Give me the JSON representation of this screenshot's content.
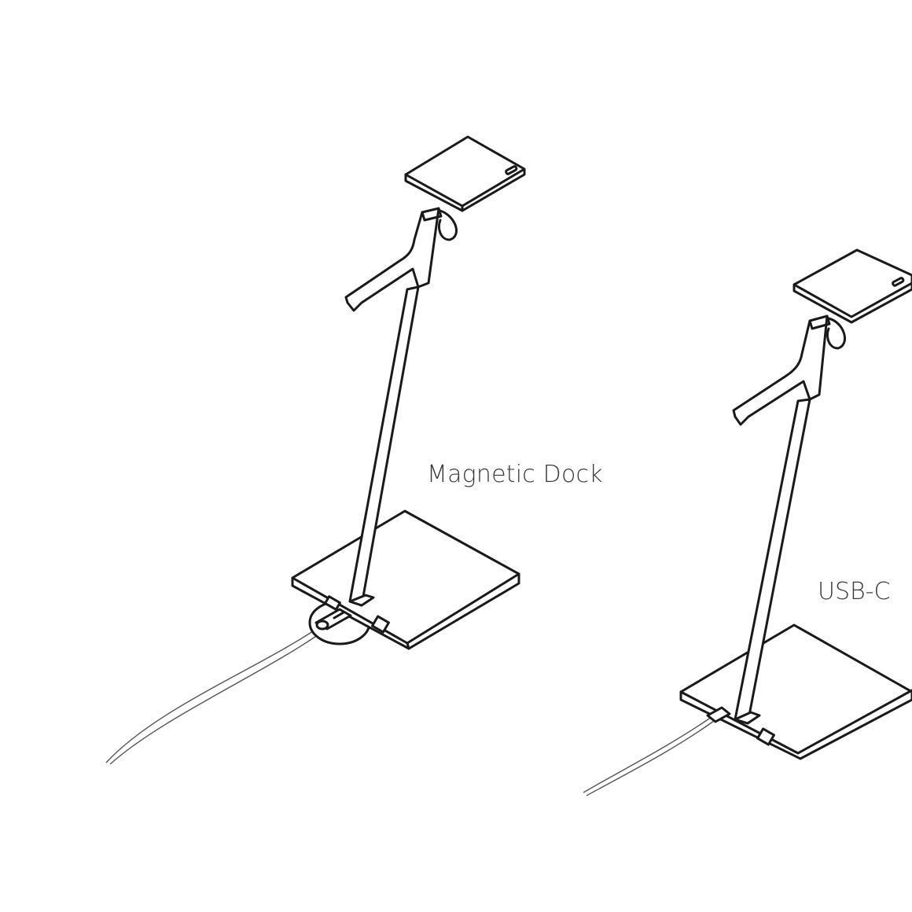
{
  "figure": {
    "type": "product-line-illustration",
    "background": "#ffffff",
    "line_color": "#1a1a1a",
    "items": [
      {
        "id": "lamp-magnetic",
        "label": "Magnetic Dock",
        "connector": "magnetic-dock-icon"
      },
      {
        "id": "lamp-usbc",
        "label": "USB-C",
        "connector": "usb-c-icon"
      }
    ]
  },
  "labels": {
    "magnetic": "Magnetic Dock",
    "usbc": "USB-C"
  }
}
